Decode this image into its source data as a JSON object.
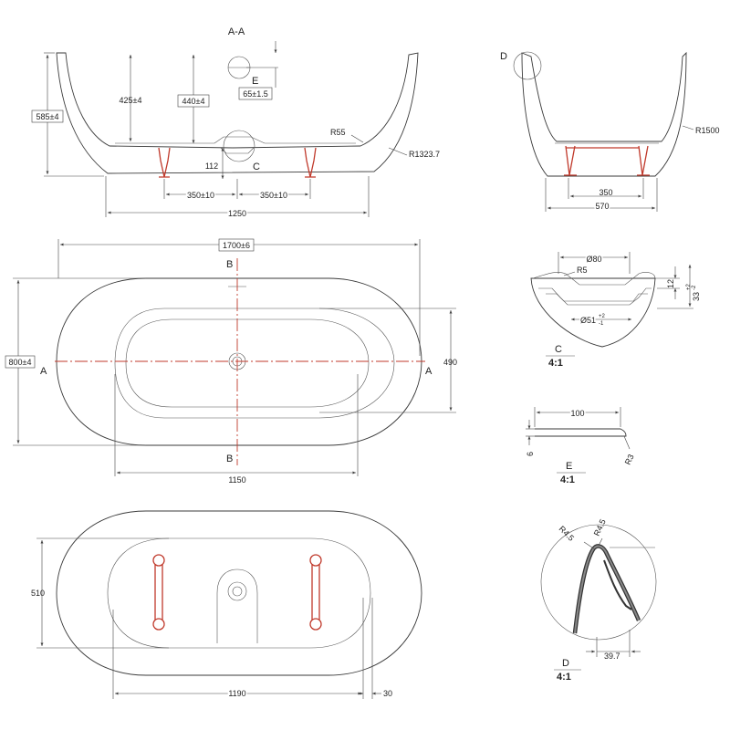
{
  "section_aa": {
    "title": "A-A",
    "detail_e_marker": "E",
    "detail_c_marker": "C",
    "dim_height": "585±4",
    "dim_inner_depth": "425±4",
    "dim_outer_depth": "440±4",
    "dim_rim": "65±1.5",
    "radius_inner": "R55",
    "radius_outer": "R1323.7",
    "dim_leg": "112",
    "dim_left_leg": "350±10",
    "dim_right_leg": "350±10",
    "dim_base": "1250"
  },
  "side_view": {
    "detail_d_marker": "D",
    "radius": "R1500",
    "dim_leg_span": "350",
    "dim_base": "570"
  },
  "top_view": {
    "dim_length": "1700±6",
    "dim_width": "800±4",
    "dim_inner_width": "490",
    "dim_inner_length": "1150",
    "section_a_left": "A",
    "section_a_right": "A",
    "section_b_top": "B",
    "section_b_bottom": "B"
  },
  "bottom_view": {
    "dim_width": "510",
    "dim_length": "1190",
    "dim_offset": "30"
  },
  "detail_c": {
    "dim_diameter": "Ø80",
    "radius": "R5",
    "dim_depth_12": "12",
    "dim_depth_33": "33",
    "dim_depth_33_tol_upper": "+2",
    "dim_depth_33_tol_lower": "-2",
    "dim_hole": "Ø51",
    "dim_hole_tol_upper": "+2",
    "dim_hole_tol_lower": "-1",
    "label": "C",
    "scale": "4:1"
  },
  "detail_e": {
    "dim_width": "100",
    "dim_thickness": "6",
    "radius": "R3",
    "label": "E",
    "scale": "4:1"
  },
  "detail_d": {
    "radius_left": "R4.5",
    "radius_right": "R4.5",
    "dim_width": "39.7",
    "label": "D",
    "scale": "4:1"
  }
}
